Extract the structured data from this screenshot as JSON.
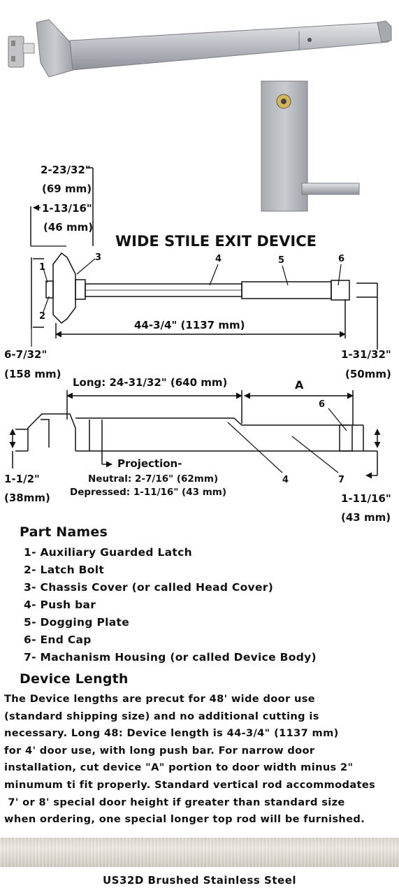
{
  "title": "WIDE STILE EXIT DEVICE",
  "dimensions": {
    "d1": "2-23/32\"",
    "d1_mm": "(69 mm)",
    "d2": "1-13/16\"",
    "d2_mm": "(46 mm)",
    "height_in": "6-7/32\"",
    "height_mm": "(158 mm)",
    "length": "44-3/4\" (1137 mm)",
    "end_in": "1-31/32\"",
    "end_mm": "(50mm)",
    "long": "Long: 24-31/32\" (640 mm)",
    "a_label": "A",
    "left_in": "1-1/2\"",
    "left_mm": "(38mm)",
    "projection": "Projection-",
    "neutral": "Neutral: 2-7/16\" (62mm)",
    "depressed": "Depressed: 1-11/16\" (43 mm)",
    "right_in": "1-11/16\"",
    "right_mm": "(43 mm)"
  },
  "callouts": [
    "1",
    "2",
    "3",
    "4",
    "5",
    "6",
    "6",
    "4",
    "7"
  ],
  "part_names": {
    "heading": "Part Names",
    "items": [
      "1- Auxiliary Guarded Latch",
      "2- Latch Bolt",
      "3- Chassis Cover (or called Head Cover)",
      "4- Push bar",
      "5- Dogging Plate",
      "6- End Cap",
      "7- Machanism Housing (or called Device Body)"
    ]
  },
  "device_length": {
    "heading": "Device Length",
    "lines": [
      "The Device lengths are precut for 48' wide door use",
      "(standard shipping size) and no additional cutting is",
      "necessary. Long 48: Device length is 44-3/4\" (1137 mm)",
      "for 4' door use, with long push bar. For narrow door",
      "installation, cut device \"A\" portion to door width minus 2\"",
      "minumum ti fit properly. Standard vertical rod accommodates",
      " 7' or 8' special door height if greater than standard size",
      "when ordering, one special longer top rod will be furnished."
    ]
  },
  "finish": "US32D Brushed Stainless Steel",
  "colors": {
    "metal": "#b9bcc2",
    "metal_light": "#d8dadd",
    "metal_dark": "#8e9197",
    "ink": "#111111"
  }
}
